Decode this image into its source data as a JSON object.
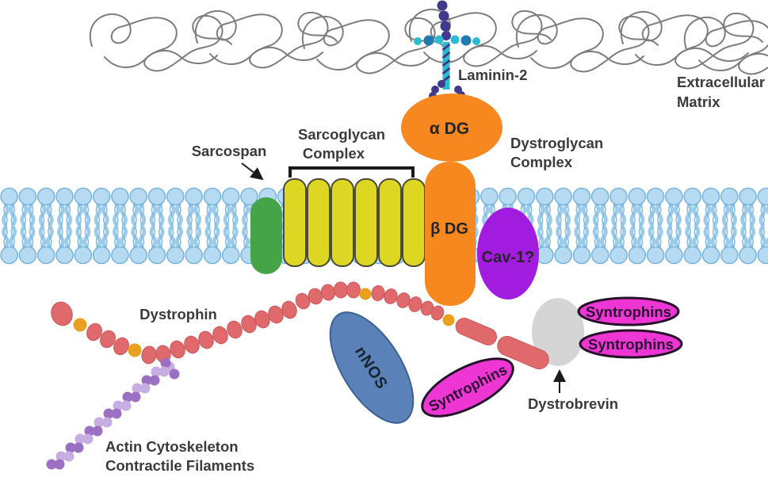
{
  "labels": {
    "laminin2": "Laminin-2",
    "extracellular_line1": "Extracellular",
    "extracellular_line2": "Matrix",
    "sarcospan": "Sarcospan",
    "sarcoglycan_line1": "Sarcoglycan",
    "sarcoglycan_line2": "Complex",
    "alpha_dg": "α DG",
    "beta_dg": "β DG",
    "dystroglycan_line1": "Dystroglycan",
    "dystroglycan_line2": "Complex",
    "cav1": "Cav-1?",
    "dystrophin": "Dystrophin",
    "nnos": "nNOS",
    "syntrophins_rotated": "Syntrophins",
    "syntrophins_upper": "Syntrophins",
    "syntrophins_lower": "Syntrophins",
    "dystrobrevin": "Dystrobrevin",
    "actin_line1": "Actin Cytoskeleton",
    "actin_line2": "Contractile Filaments"
  },
  "colors": {
    "text": "#3b3b3b",
    "ecm_line": "#7d7d7d",
    "membrane_fill": "#b5daf2",
    "membrane_stroke": "#6fb0dc",
    "membrane_tail": "#9ccbea",
    "orange": "#f6881f",
    "yellow": "#ddd623",
    "yellow_stroke": "#4a4a35",
    "green": "#44a447",
    "purple": "#a21ce0",
    "magenta": "#ee36d4",
    "magenta_stroke": "#27102a",
    "blue": "#5b82b8",
    "blue_stroke": "#3d6095",
    "gray": "#d5d5d5",
    "red_bead": "#e0696b",
    "red_bead_stroke": "#c9565c",
    "orange_bead": "#e9a01c",
    "actin_dark": "#9b6fc2",
    "actin_light": "#c6aee2",
    "laminin_indigo": "#41398c",
    "laminin_teal": "#2bbcd2",
    "laminin_teal_dark": "#1e7ab0",
    "bracket": "#1a1a1a"
  }
}
